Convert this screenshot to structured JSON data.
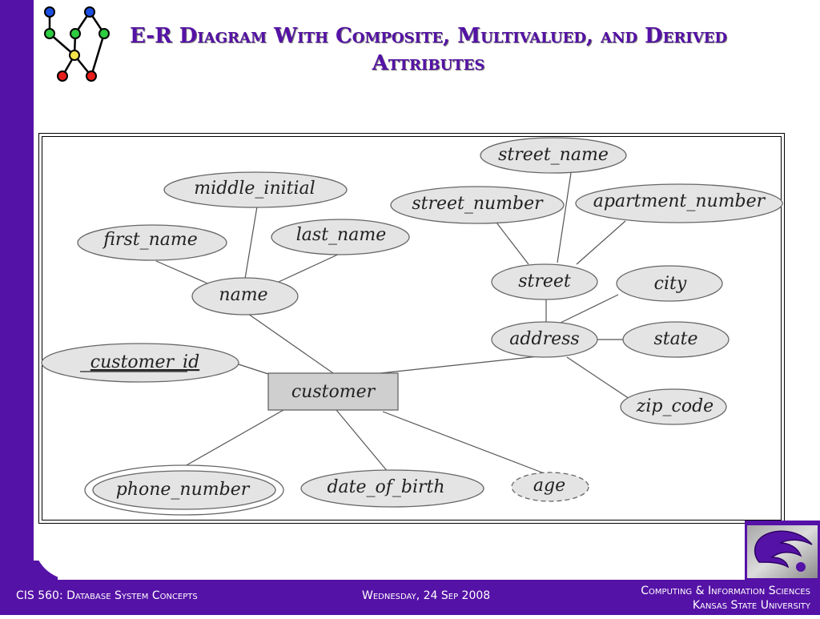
{
  "colors": {
    "purple": "#5512a6",
    "ellipse_fill": "#e4e4e4",
    "entity_fill": "#cfcfcf"
  },
  "slide": {
    "title_line1": "E-R Diagram With Composite, Multivalued, and Derived",
    "title_line2": "Attributes"
  },
  "diagram": {
    "entity": "customer",
    "attributes": {
      "customer_id": "customer_id",
      "name": "name",
      "first_name": "first_name",
      "middle_initial": "middle_initial",
      "last_name": "last_name",
      "address": "address",
      "street": "street",
      "street_number": "street_number",
      "street_name": "street_name",
      "apartment_number": "apartment_number",
      "city": "city",
      "state": "state",
      "zip_code": "zip_code",
      "phone_number": "phone_number",
      "date_of_birth": "date_of_birth",
      "age": "age"
    }
  },
  "footer": {
    "course": "CIS 560: Database System Concepts",
    "date": "Wednesday, 24 Sep 2008",
    "dept": "Computing & Information Sciences",
    "university": "Kansas State University"
  }
}
